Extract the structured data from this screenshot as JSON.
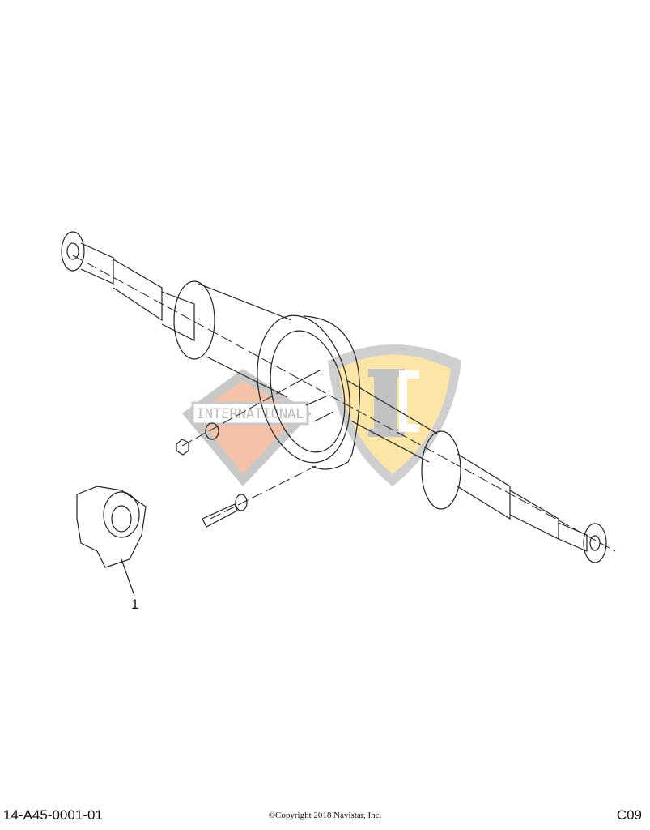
{
  "diagram": {
    "callouts": [
      {
        "label": "1",
        "part": "yoke"
      }
    ],
    "watermark": {
      "left_logo_text": "INTERNATIONAL",
      "right_logo_text": "IC",
      "colors": {
        "diamond": "#f3c2a8",
        "shield": "#fbe6a8",
        "grey": "#c8c8c8"
      }
    }
  },
  "footer": {
    "illustration_id": "14-A45-0001-01",
    "copyright": "©Copyright 2018 Navistar, Inc.",
    "code": "C09"
  }
}
